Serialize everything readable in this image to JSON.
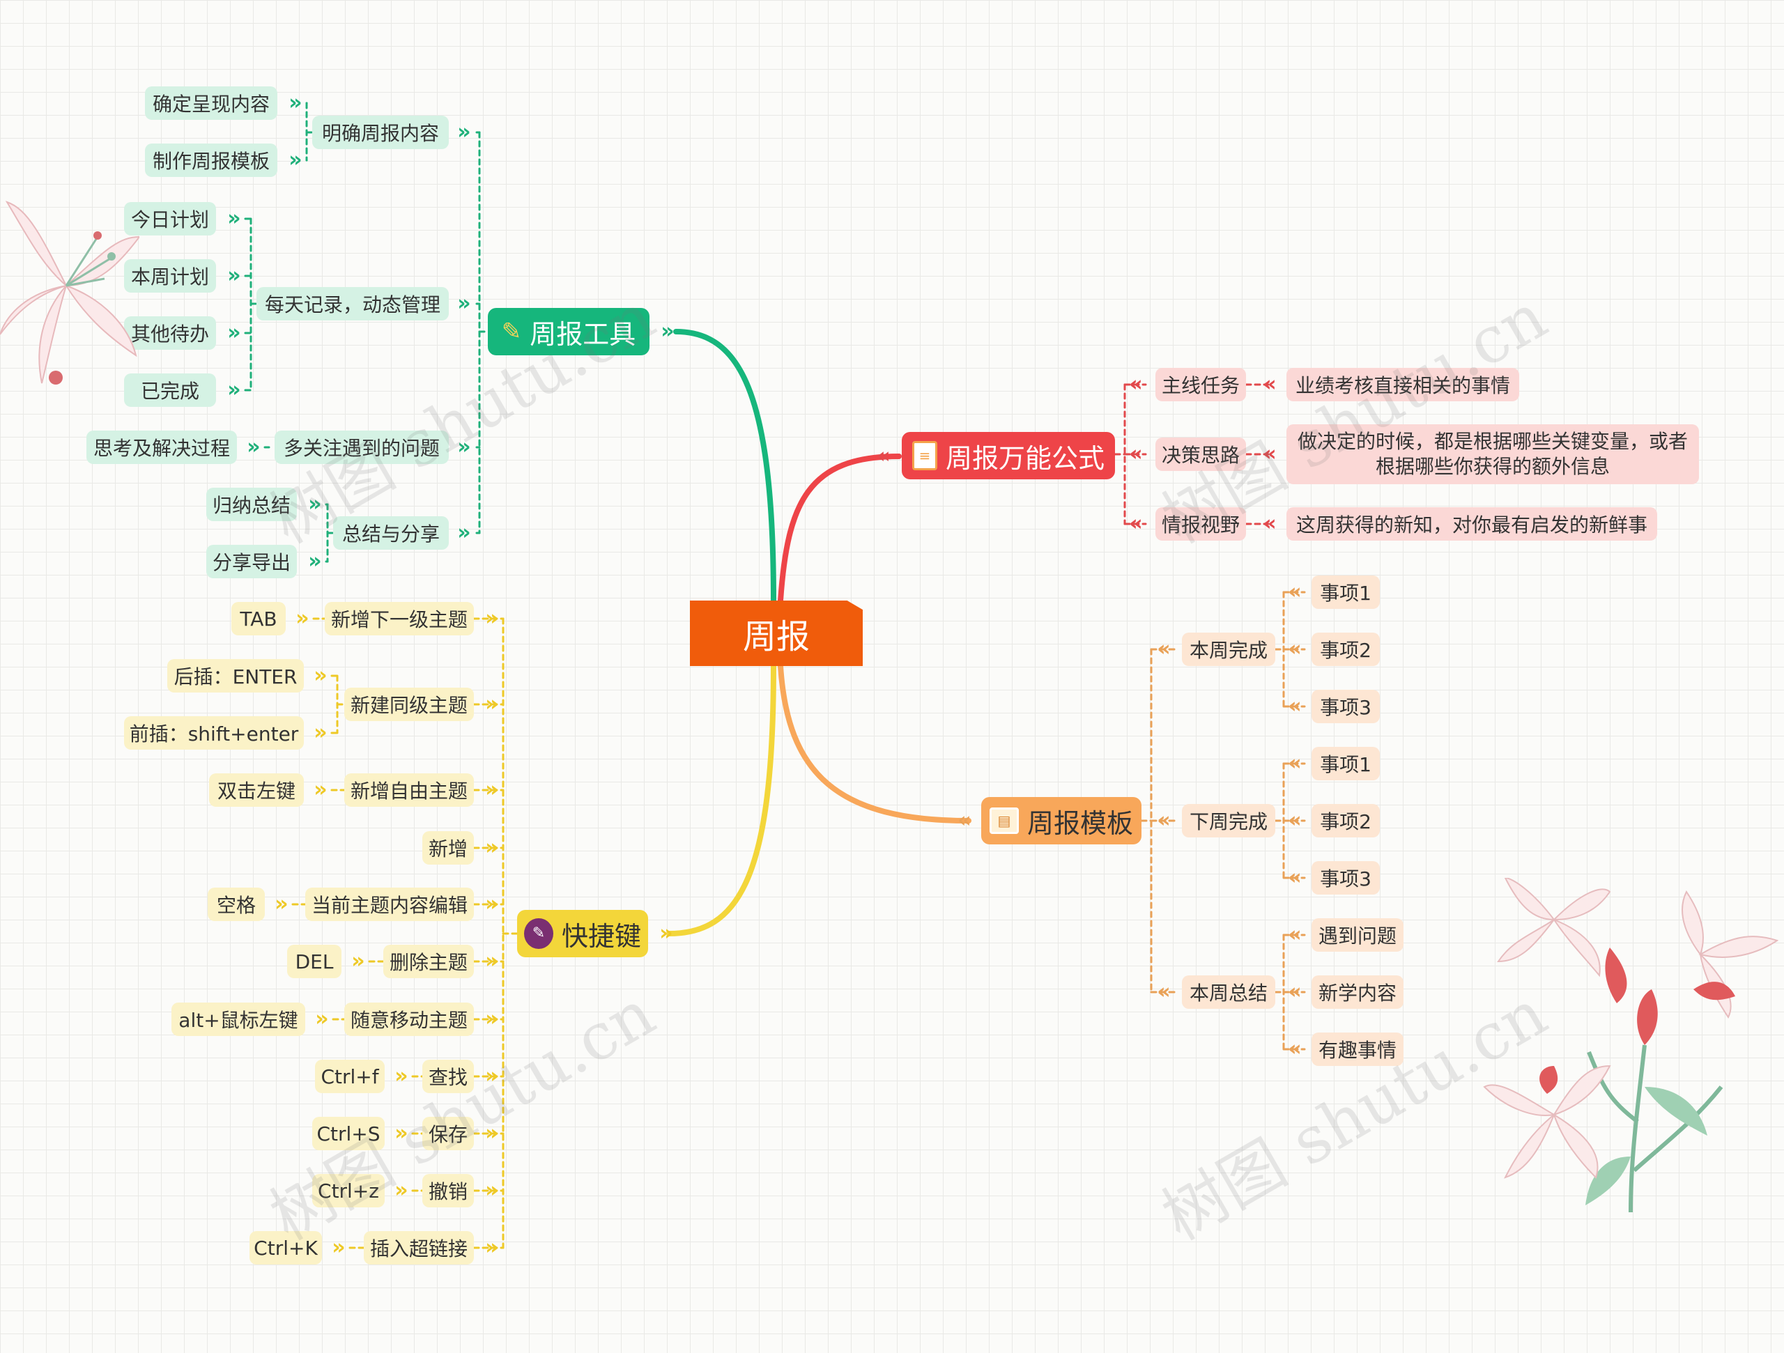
{
  "root": {
    "label": "周报"
  },
  "branches": {
    "tools": {
      "label": "周报工具",
      "icon": "pencil-icon",
      "groups": [
        {
          "label": "明确周报内容",
          "children": [
            "确定呈现内容",
            "制作周报模板"
          ]
        },
        {
          "label": "每天记录，动态管理",
          "children": [
            "今日计划",
            "本周计划",
            "其他待办",
            "已完成"
          ]
        },
        {
          "label": "多关注遇到的问题",
          "children": [
            "思考及解决过程"
          ]
        },
        {
          "label": "总结与分享",
          "children": [
            "归纳总结",
            "分享导出"
          ]
        }
      ]
    },
    "formula": {
      "label": "周报万能公式",
      "icon": "clipboard-icon",
      "items": [
        {
          "label": "主线任务",
          "detail": "业绩考核直接相关的事情"
        },
        {
          "label": "决策思路",
          "detail": "做决定的时候，都是根据哪些关键变量，或者根据哪些你获得的额外信息"
        },
        {
          "label": "情报视野",
          "detail": "这周获得的新知，对你最有启发的新鲜事"
        }
      ]
    },
    "template": {
      "label": "周报模板",
      "icon": "board-icon",
      "groups": [
        {
          "label": "本周完成",
          "children": [
            "事项1",
            "事项2",
            "事项3"
          ]
        },
        {
          "label": "下周完成",
          "children": [
            "事项1",
            "事项2",
            "事项3"
          ]
        },
        {
          "label": "本周总结",
          "children": [
            "遇到问题",
            "新学内容",
            "有趣事情"
          ]
        }
      ]
    },
    "shortcuts": {
      "label": "快捷键",
      "icon": "tag-icon",
      "items": [
        {
          "label": "新增下一级主题",
          "keys": [
            "TAB"
          ]
        },
        {
          "label": "新建同级主题",
          "keys": [
            "后插：ENTER",
            "前插：shift+enter"
          ]
        },
        {
          "label": "新增自由主题",
          "keys": [
            "双击左键"
          ]
        },
        {
          "label": "新增",
          "keys": []
        },
        {
          "label": "当前主题内容编辑",
          "keys": [
            "空格"
          ]
        },
        {
          "label": "删除主题",
          "keys": [
            "DEL"
          ]
        },
        {
          "label": "随意移动主题",
          "keys": [
            "alt+鼠标左键"
          ]
        },
        {
          "label": "查找",
          "keys": [
            "Ctrl+f"
          ]
        },
        {
          "label": "保存",
          "keys": [
            "Ctrl+S"
          ]
        },
        {
          "label": "撤销",
          "keys": [
            "Ctrl+z"
          ]
        },
        {
          "label": "插入超链接",
          "keys": [
            "Ctrl+K"
          ]
        }
      ]
    }
  },
  "watermarks": [
    "树图 shutu.cn",
    "树图 shutu.cn",
    "树图 shutu.cn",
    "树图 shutu.cn"
  ],
  "colors": {
    "root": "#f05c0b",
    "tools": "#16b67c",
    "formula": "#ee4448",
    "template": "#f8a75a",
    "shortcuts": "#f3d63a"
  }
}
